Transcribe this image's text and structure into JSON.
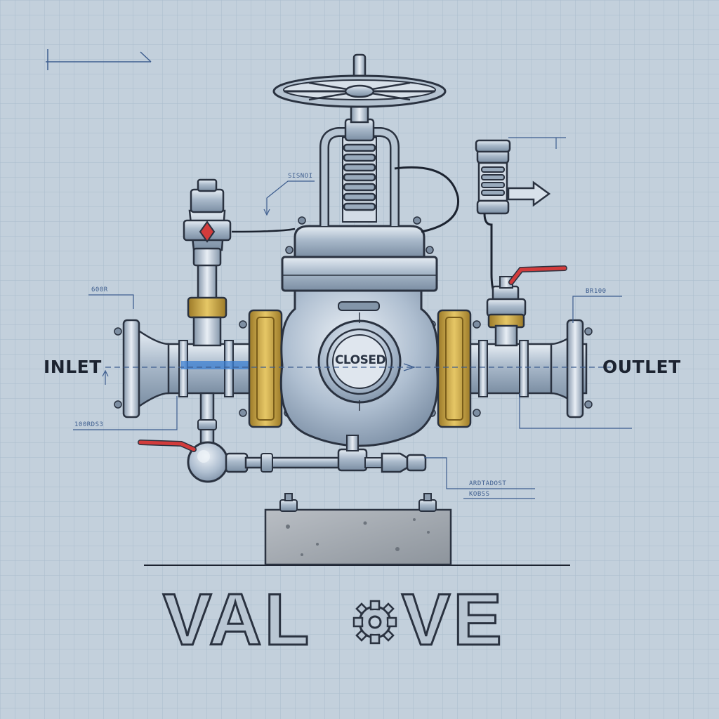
{
  "labels": {
    "inlet": "INLET",
    "outlet": "OUTLET",
    "state": "CLOSED",
    "title_left": "VAL",
    "title_right": "VE"
  },
  "callouts": {
    "top_center": "SISNOI",
    "left_upper": "600R",
    "left_lower": "100RDS3",
    "right_upper": "BR100",
    "right_lower_1": "ARDTADOST",
    "right_lower_2": "KOBSS"
  },
  "icons": {
    "handwheel": "handwheel-icon",
    "gear": "gear-icon",
    "flow_arrow": "arrow-right-icon"
  },
  "colors": {
    "background": "#c3d0dc",
    "grid": "#a9bccd",
    "steel": "#9fb0c2",
    "brass": "#c9a646",
    "flow": "#3b7fd1",
    "lever": "#d23b3b"
  }
}
